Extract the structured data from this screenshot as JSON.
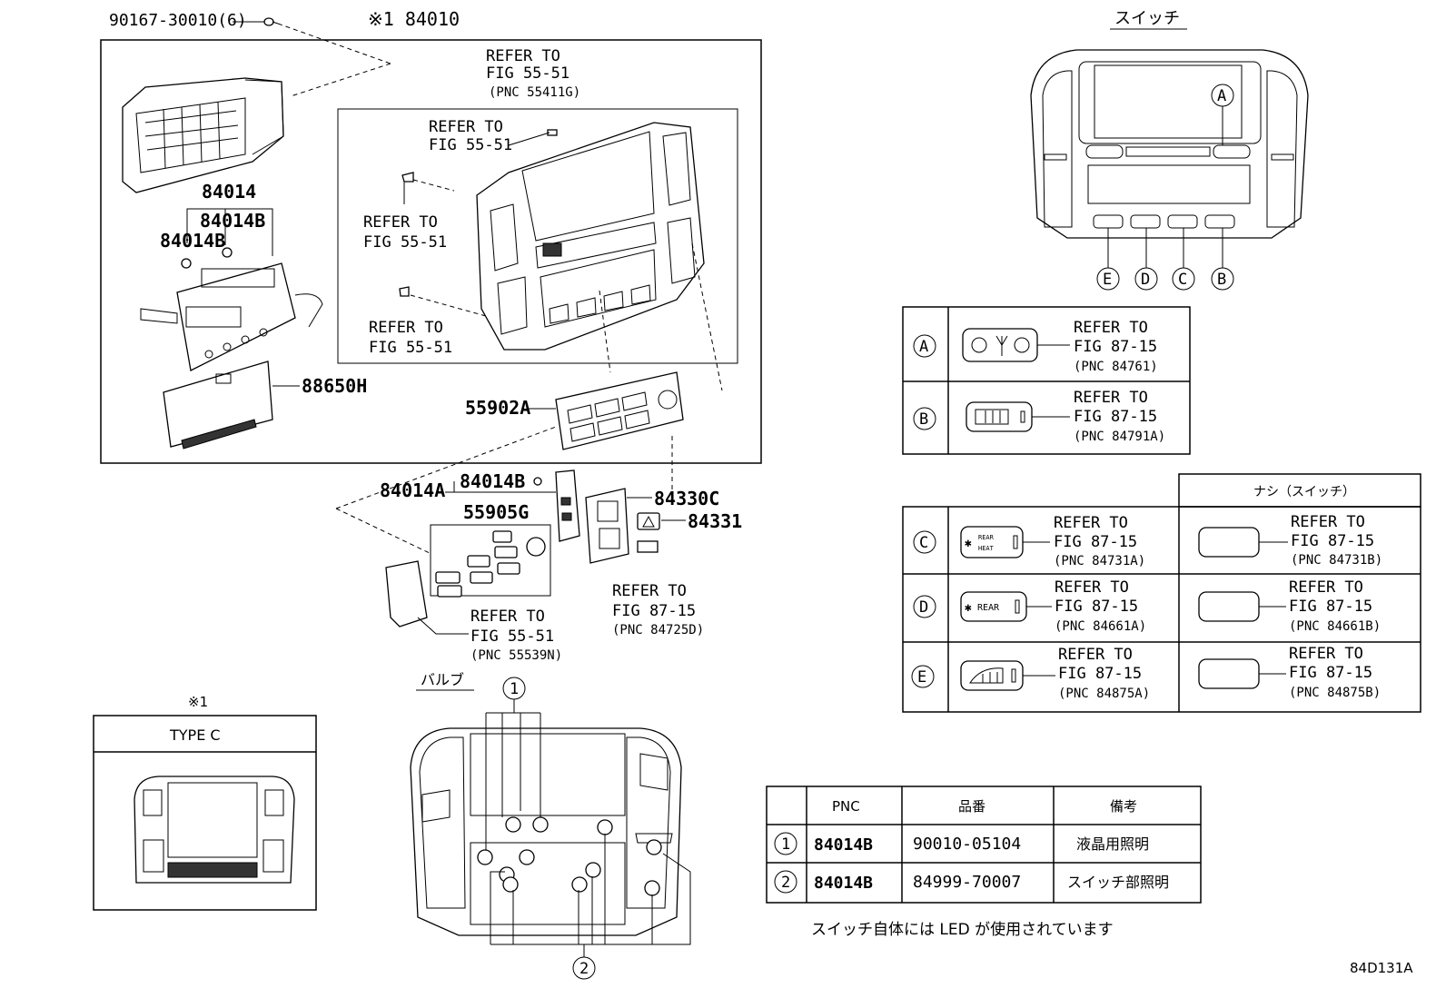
{
  "main_assembly": {
    "screw_label": "90167-30010(6)",
    "assembly_label": "※1 84010",
    "refs": [
      {
        "line1": "REFER TO",
        "line2": "FIG 55-51",
        "line3": "(PNC 55411G)"
      },
      {
        "line1": "REFER TO",
        "line2": "FIG 55-51"
      },
      {
        "line1": "REFER TO",
        "line2": "FIG 55-51"
      },
      {
        "line1": "REFER TO",
        "line2": "FIG 55-51"
      }
    ],
    "part_labels": [
      "84014",
      "84014B",
      "84014B",
      "88650H",
      "55902A"
    ]
  },
  "lower_parts": {
    "labels": [
      "84014A",
      "84014B",
      "55905G",
      "84330C",
      "84331"
    ],
    "refs": [
      {
        "line1": "REFER TO",
        "line2": "FIG 55-51",
        "line3": "(PNC 55539N)"
      },
      {
        "line1": "REFER TO",
        "line2": "FIG 87-15",
        "line3": "(PNC 84725D)"
      }
    ]
  },
  "type_c": {
    "marker": "※1",
    "title": "TYPE C"
  },
  "bulb": {
    "title": "バルブ",
    "callouts": [
      "1",
      "2"
    ]
  },
  "switch": {
    "title": "スイッチ",
    "markers": [
      "A",
      "E",
      "D",
      "C",
      "B"
    ]
  },
  "switch_table": {
    "none_header": "ナシ（スイッチ）",
    "rows": [
      {
        "key": "A",
        "ref1": "REFER TO",
        "ref2": "FIG 87-15",
        "ref3": "(PNC 84761)"
      },
      {
        "key": "B",
        "ref1": "REFER TO",
        "ref2": "FIG 87-15",
        "ref3": "(PNC 84791A)"
      },
      {
        "key": "C",
        "ref1": "REFER TO",
        "ref2": "FIG 87-15",
        "ref3": "(PNC 84731A)",
        "alt1": "REFER TO",
        "alt2": "FIG 87-15",
        "alt3": "(PNC 84731B)",
        "icon_text": [
          "REAR",
          "HEAT"
        ]
      },
      {
        "key": "D",
        "ref1": "REFER TO",
        "ref2": "FIG 87-15",
        "ref3": "(PNC 84661A)",
        "alt1": "REFER TO",
        "alt2": "FIG 87-15",
        "alt3": "(PNC 84661B)",
        "icon_text": [
          "REAR"
        ]
      },
      {
        "key": "E",
        "ref1": "REFER TO",
        "ref2": "FIG 87-15",
        "ref3": "(PNC 84875A)",
        "alt1": "REFER TO",
        "alt2": "FIG 87-15",
        "alt3": "(PNC 84875B)"
      }
    ]
  },
  "parts_table": {
    "headers": [
      "PNC",
      "品番",
      "備考"
    ],
    "rows": [
      {
        "no": "1",
        "pnc": "84014B",
        "part": "90010-05104",
        "note": "液晶用照明"
      },
      {
        "no": "2",
        "pnc": "84014B",
        "part": "84999-70007",
        "note": "スイッチ部照明"
      }
    ],
    "footnote": "スイッチ自体には LED が使用されています"
  },
  "diagram_id": "84D131A"
}
